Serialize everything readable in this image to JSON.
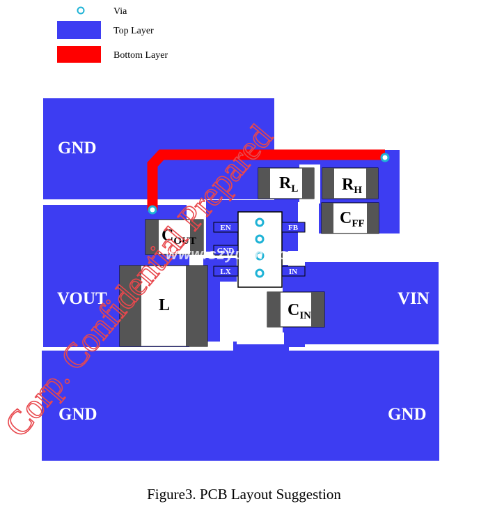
{
  "legend": {
    "via": "Via",
    "top_layer": "Top Layer",
    "bottom_layer": "Bottom Layer"
  },
  "regions": {
    "gnd_top_left": "GND",
    "vout": "VOUT",
    "vin": "VIN",
    "gnd_bottom_left": "GND",
    "gnd_bottom_right": "GND"
  },
  "components": {
    "rl": {
      "main": "R",
      "sub": "L"
    },
    "rh": {
      "main": "R",
      "sub": "H"
    },
    "cff": {
      "main": "C",
      "sub": "FF"
    },
    "cout": {
      "main": "C",
      "sub": "OUT"
    },
    "cin": {
      "main": "C",
      "sub": "IN"
    },
    "l": {
      "main": "L"
    }
  },
  "pins": {
    "en": "EN",
    "gnd": "GND",
    "lx": "LX",
    "fb": "FB",
    "in": "IN"
  },
  "watermark": {
    "primary": "Corp. Confidential Prepared",
    "site": "www.szyuan.com"
  },
  "caption": "Figure3. PCB Layout Suggestion",
  "colors": {
    "top_layer": "#3d3df2",
    "bottom_layer": "#ff0000",
    "via": "#1fb3d6",
    "pad": "#555555"
  }
}
